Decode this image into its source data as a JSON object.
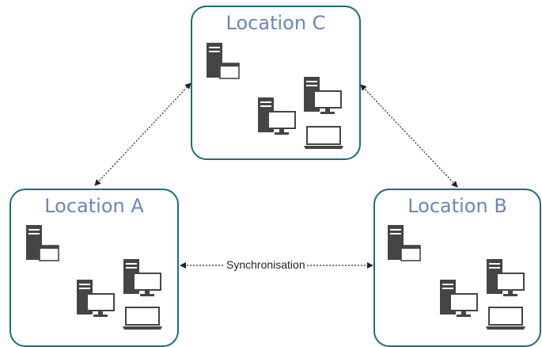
{
  "locations": {
    "c": {
      "title": "Location C"
    },
    "a": {
      "title": "Location A"
    },
    "b": {
      "title": "Location B"
    }
  },
  "connections": {
    "sync_label": "Synchronisation"
  },
  "icons": [
    "server-app-icon",
    "desktop-computer-icon",
    "laptop-icon"
  ],
  "colors": {
    "box_border": "#1a6e7a",
    "title_text": "#6c86b8",
    "icon_dark": "#454545",
    "arrow": "#222222"
  }
}
